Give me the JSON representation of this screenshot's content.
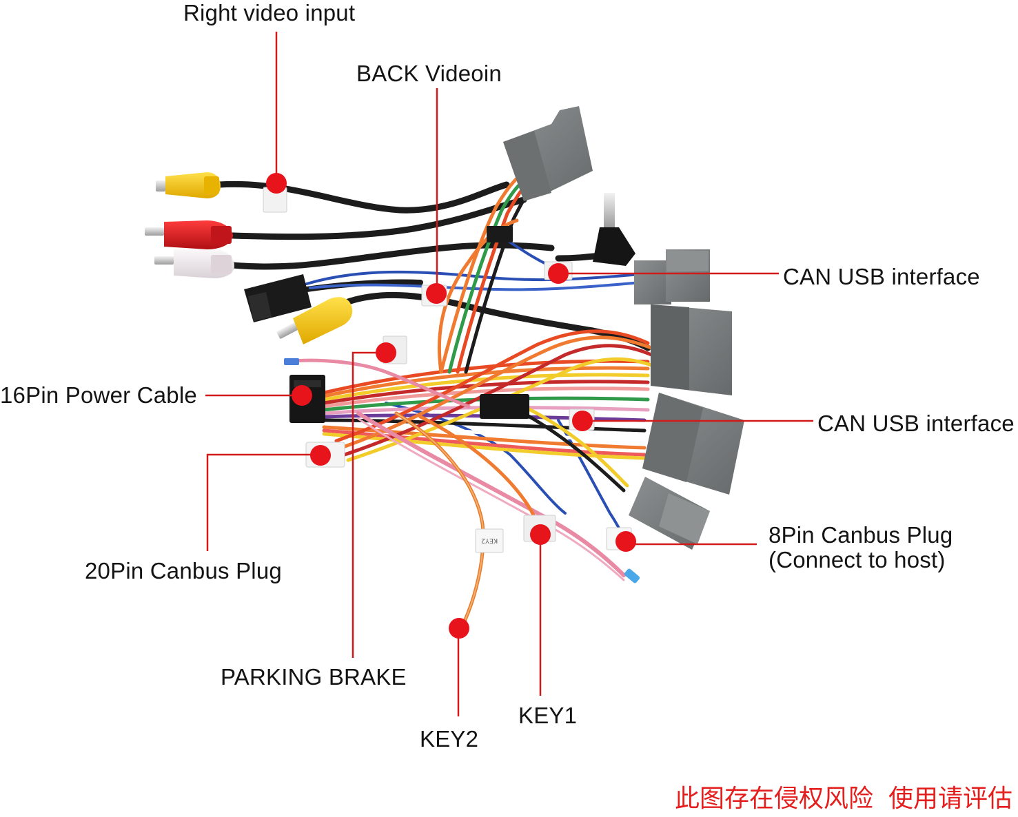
{
  "labels": {
    "right_video_input": "Right video input",
    "back_videoin": "BACK Videoin",
    "can_usb_interface_top": "CAN USB interface",
    "power_cable_16pin": "16Pin Power Cable",
    "can_usb_interface_bottom": "CAN USB interface",
    "canbus_plug_20pin": "20Pin Canbus Plug",
    "canbus_plug_8pin": "8Pin Canbus Plug",
    "canbus_plug_8pin_sub": "(Connect to host)",
    "parking_brake": "PARKING BRAKE",
    "key1": "KEY1",
    "key2": "KEY2"
  },
  "sleeve_tags": {
    "key2": "KEY2"
  },
  "watermark": {
    "part1": "此图存在侵权风险",
    "part2": "使用请评估"
  },
  "colors": {
    "marker": "#e8141c",
    "leader": "#d11a1a",
    "connector_gray": "#7b7f80",
    "rca_yellow": "#f2c30a",
    "rca_red": "#d11c22",
    "rca_white": "#ece6ea",
    "cable_black": "#1c1c1c",
    "watermark": "#e41d1d"
  }
}
